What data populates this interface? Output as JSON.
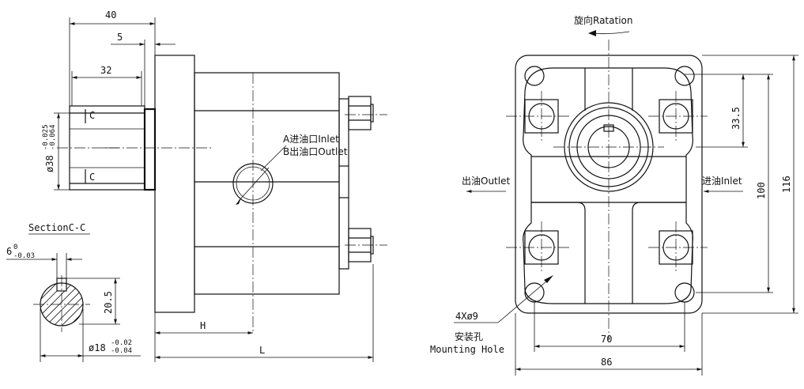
{
  "side_view": {
    "dim_40": "40",
    "dim_5": "5",
    "dim_32": "32",
    "section_mark": "C",
    "shaft_dia_prefix": "ø38",
    "shaft_tol_upper": "-0.025",
    "shaft_tol_lower": "-0.064",
    "port_label_a": "A进油口Inlet",
    "port_label_b": "B出油口Outlet",
    "dim_h": "H",
    "dim_l": "L"
  },
  "section_view": {
    "title": "SectionC-C",
    "key_width_base": "6",
    "key_width_upper": "0",
    "key_width_lower": "-0.03",
    "key_height": "20.5",
    "shaft_dia_prefix": "ø18",
    "shaft_tol_upper": "-0.02",
    "shaft_tol_lower": "-0.04"
  },
  "front_view": {
    "rotation_label": "旋向Ratation",
    "outlet_label": "出油Outlet",
    "inlet_label": "进油Inlet",
    "dim_33_5": "33.5",
    "dim_100": "100",
    "dim_116": "116",
    "dim_70": "70",
    "dim_86": "86",
    "hole_spec": "4Xø9",
    "mount_label_cn": "安装孔",
    "mount_label_en": "Mounting Hole"
  }
}
